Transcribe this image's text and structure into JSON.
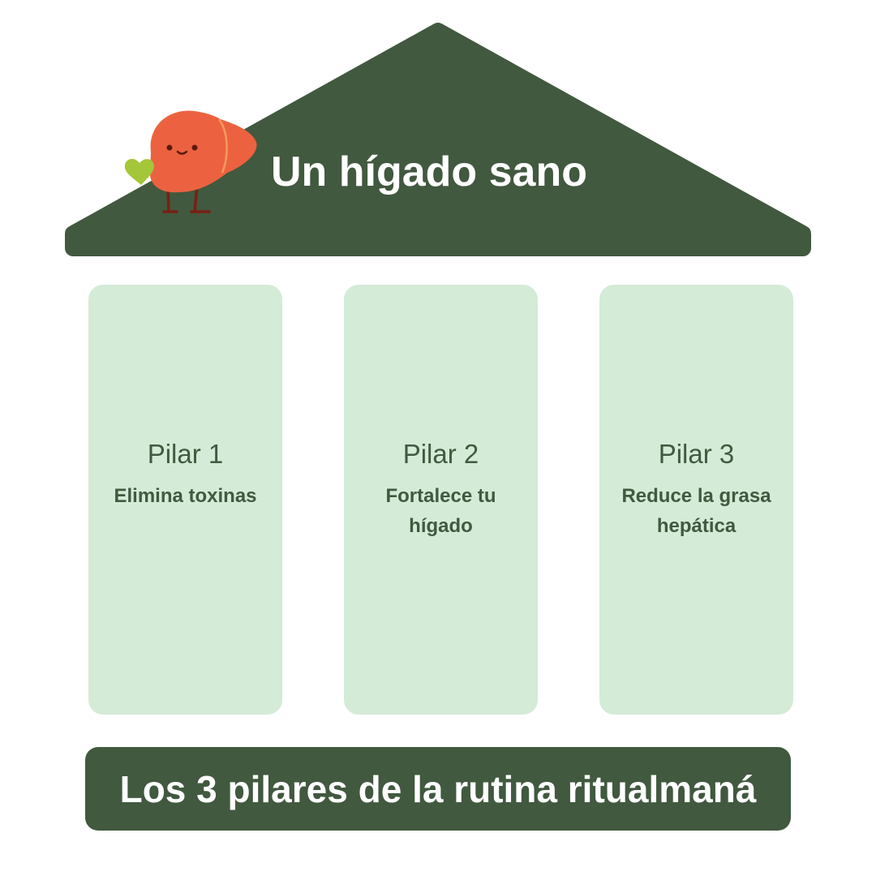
{
  "colors": {
    "dark_green": "#41593f",
    "pillar_bg": "#d4ebd7",
    "liver": "#ec6240",
    "heart": "#a4c639"
  },
  "roof": {
    "title": "Un hígado sano",
    "mascot_icon": "liver-mascot"
  },
  "pillars": [
    {
      "label": "Pilar 1",
      "description": "Elimina toxinas"
    },
    {
      "label": "Pilar 2",
      "description": "Fortalece tu hígado"
    },
    {
      "label": "Pilar 3",
      "description": "Reduce la grasa hepática"
    }
  ],
  "banner": {
    "text": "Los 3 pilares de la rutina ritualmaná"
  }
}
